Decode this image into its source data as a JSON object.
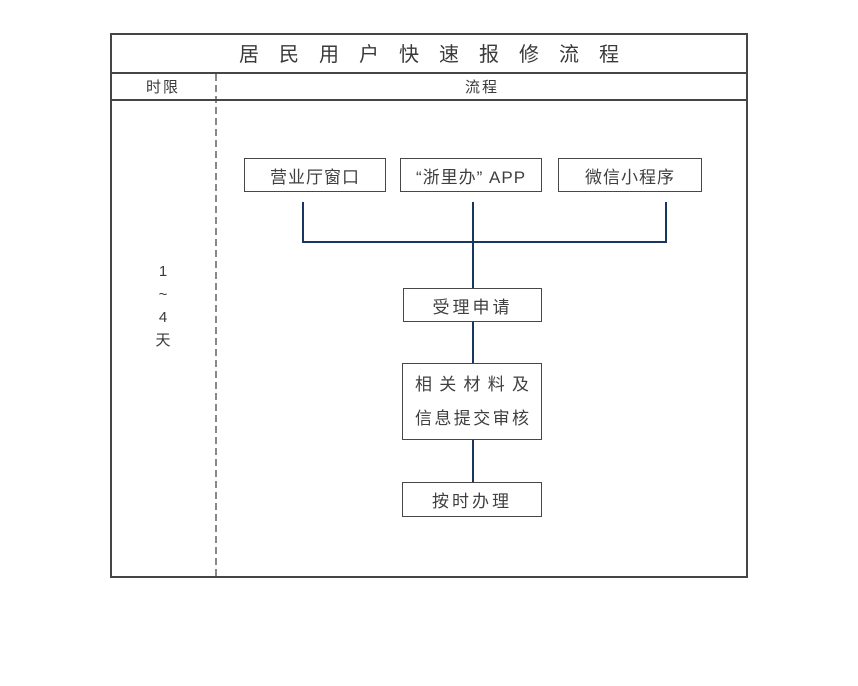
{
  "title": "居民用户快速报修流程",
  "header": {
    "time_limit_label": "时限",
    "process_label": "流程"
  },
  "time_limit": {
    "lines": [
      "1",
      "~",
      "4",
      "天"
    ]
  },
  "flow": {
    "channels": [
      "营业厅窗口",
      "“浙里办” APP",
      "微信小程序"
    ],
    "step_accept": "受理申请",
    "step_review_lines": [
      "相关材料及",
      "信息提交审核"
    ],
    "step_handle": "按时办理"
  },
  "colors": {
    "connector": "#17375e",
    "frame_border": "#454545",
    "text": "#3f3f3f"
  }
}
